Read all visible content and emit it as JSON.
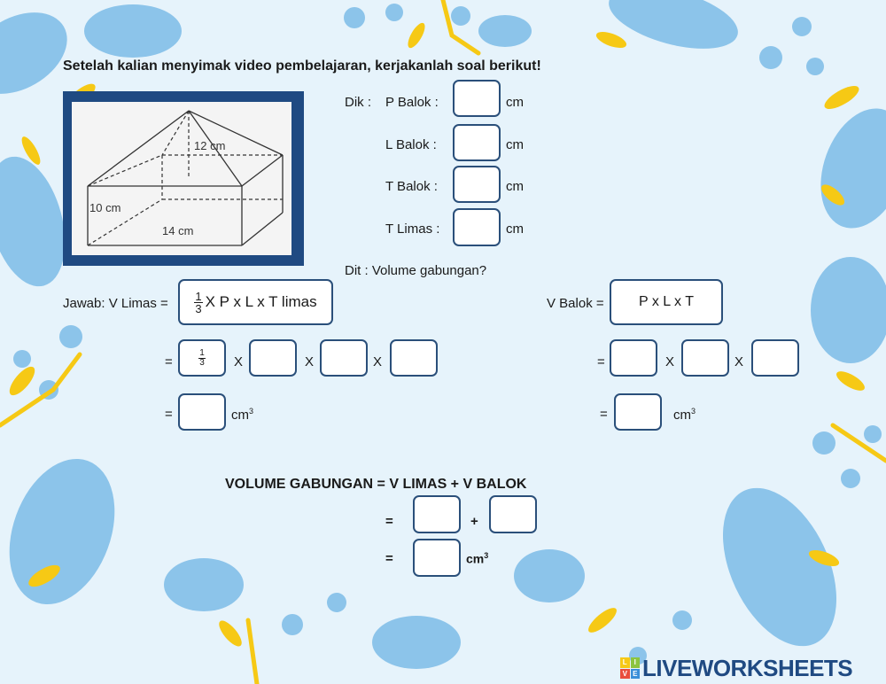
{
  "instruction": "Setelah kalian menyimak video pembelajaran, kerjakanlah soal berikut!",
  "figure": {
    "label_height": "12 cm",
    "label_t": "10 cm",
    "label_p": "14 cm"
  },
  "dik": {
    "prefix": "Dik :",
    "rows": [
      {
        "label": "P Balok :",
        "unit": "cm"
      },
      {
        "label": "L Balok :",
        "unit": "cm"
      },
      {
        "label": "T Balok :",
        "unit": "cm"
      },
      {
        "label": "T Limas :",
        "unit": "cm"
      }
    ]
  },
  "dit": "Dit : Volume gabungan?",
  "jawab": {
    "label": "Jawab:  V Limas =",
    "formula_num": "1",
    "formula_den": "3",
    "formula_rest": "X P x L x T limas",
    "eq": "=",
    "x": "X",
    "third_num": "1",
    "third_den": "3",
    "unit": "cm",
    "unit_sup": "3"
  },
  "balok": {
    "label": "V Balok =",
    "formula": "P x L x T",
    "eq": "=",
    "x": "X",
    "unit": "cm",
    "unit_sup": "3"
  },
  "gabungan": {
    "title": "VOLUME GABUNGAN =  V LIMAS + V BALOK",
    "eq": "=",
    "plus": "+",
    "unit": "cm",
    "unit_sup": "3"
  },
  "brand": {
    "badge": [
      "L",
      "I",
      "V",
      "E"
    ],
    "text": "LIVEWORKSHEETS"
  },
  "colors": {
    "background": "#e6f3fb",
    "leaf_blue": "#8cc4ea",
    "leaf_yellow": "#f6c915",
    "border": "#2a4f7a",
    "brand": "#1f4a82"
  }
}
